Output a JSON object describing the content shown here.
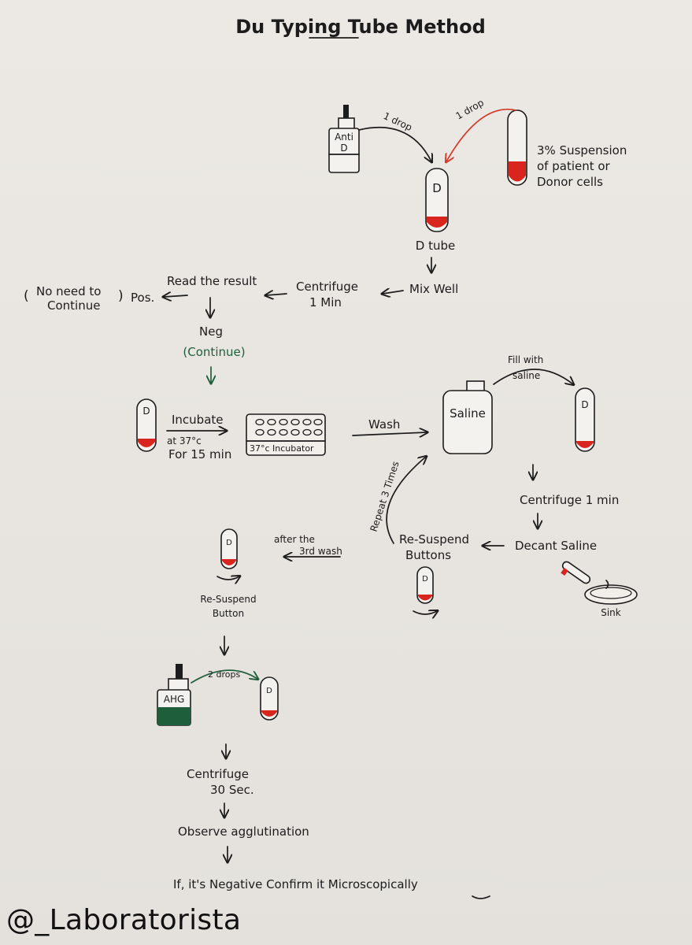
{
  "title": "Du Typing Tube Method",
  "labels": {
    "drop1_anti": "1 drop",
    "drop1_cells": "1 drop",
    "anti_d_line1": "Anti",
    "anti_d_line2": "D",
    "suspension_l1": "3% Suspension",
    "suspension_l2": "of patient or",
    "suspension_l3": "Donor cells",
    "d_tube_letter": "D",
    "d_tube": "D tube",
    "mix_well": "Mix Well",
    "centrifuge_1": "Centrifuge",
    "centrifuge_1b": "1 Min",
    "read_result": "Read the result",
    "no_need_1": "No need to",
    "no_need_2": "Continue",
    "pos": "Pos.",
    "neg": "Neg",
    "continue": "(Continue)",
    "incubate": "Incubate",
    "at_37": "at 37°c",
    "for_15": "For 15 min",
    "incubator": "37°c Incubator",
    "wash": "Wash",
    "saline": "Saline",
    "fill_1": "Fill with",
    "fill_2": "saline",
    "centrifuge_2": "Centrifuge 1 min",
    "decant": "Decant Saline",
    "sink": "Sink",
    "resuspend_1": "Re-Suspend",
    "resuspend_2": "Buttons",
    "repeat": "Repeat 3 Times",
    "after_1": "after the",
    "after_2": "3rd wash",
    "resuspend_b1": "Re-Suspend",
    "resuspend_b2": "Button",
    "ahg": "AHG",
    "drops2": "2 drops",
    "centrifuge_3": "Centrifuge",
    "centrifuge_3b": "30 Sec.",
    "observe": "Observe agglutination",
    "final": "If, it's Negative Confirm it Microscopically"
  },
  "colors": {
    "blood": "#d8261e",
    "ahg_green": "#1f5e3a",
    "ink": "#1c1c1c",
    "paper": "#ece9e4"
  },
  "watermark": "@_Laboratorista"
}
